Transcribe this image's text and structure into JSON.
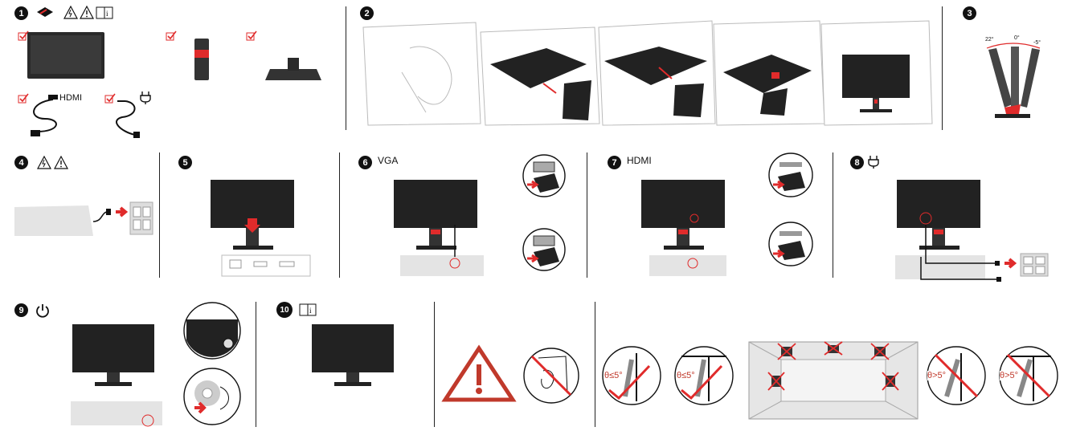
{
  "steps": [
    {
      "number": "1"
    },
    {
      "number": "2"
    },
    {
      "number": "3"
    },
    {
      "number": "4"
    },
    {
      "number": "5"
    },
    {
      "number": "6"
    },
    {
      "number": "7"
    },
    {
      "number": "8"
    },
    {
      "number": "9"
    },
    {
      "number": "10"
    }
  ],
  "labels": {
    "hdmi_cable": "HDMI",
    "step6_connector": "VGA",
    "step7_connector": "HDMI"
  },
  "tilt": {
    "left_deg": "22°",
    "mid_deg": "0°",
    "right_deg": "-5°"
  },
  "angles": {
    "ok_left": "θ≤5°",
    "ok_right": "θ≤5°",
    "bad_left": "θ>5°",
    "bad_right": "θ>5°"
  },
  "colors": {
    "accent": "#e02b2b",
    "warning": "#c0392b",
    "ink": "#111111",
    "grey": "#d6d6d6"
  }
}
